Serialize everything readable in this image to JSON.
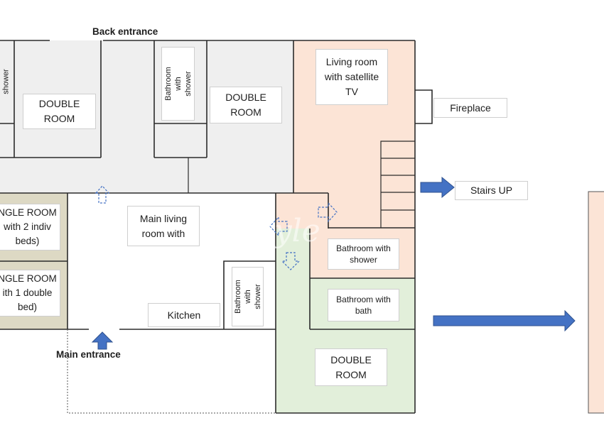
{
  "labels": {
    "back_entrance": "Back entrance",
    "main_entrance": "Main entrance",
    "double_room_1": "DOUBLE\nROOM",
    "double_room_2": "DOUBLE\nROOM",
    "double_room_3": "DOUBLE\nROOM",
    "shower_edge": "shower",
    "bathroom_shower_top": "Bathroom with\nshower",
    "living_room_tv": "Living room\nwith satellite\nTV",
    "fireplace": "Fireplace",
    "stairs_up": "Stairs UP",
    "single_room_1": "NGLE ROOM\nwith 2 indiv\nbeds)",
    "single_room_2": "NGLE ROOM\nith 1 double\nbed)",
    "main_living": "Main living\nroom with",
    "kitchen": "Kitchen",
    "bathroom_shower_mid": "Bathroom\nwith shower",
    "bathroom_shower_right": "Bathroom with\nshower",
    "bathroom_bath": "Bathroom with\nbath"
  },
  "colors": {
    "gray_area": "#efefef",
    "peach_area": "#fce4d6",
    "green_area": "#e2efda",
    "tan_area": "#ddd9c4",
    "arrow_blue": "#4472c4",
    "wall": "#2b2b2b"
  }
}
